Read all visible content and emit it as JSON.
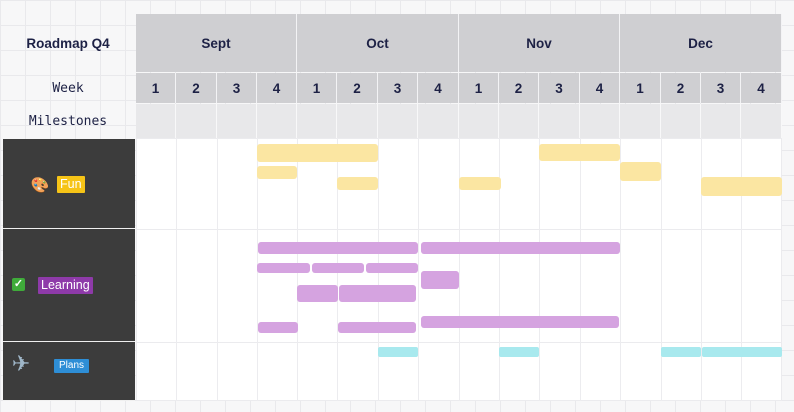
{
  "header": {
    "title": "Roadmap Q4",
    "week_label": "Week",
    "milestones_label": "Milestones",
    "months": [
      {
        "label": "Sept",
        "weeks": [
          "1",
          "2",
          "3",
          "4"
        ]
      },
      {
        "label": "Oct",
        "weeks": [
          "1",
          "2",
          "3",
          "4"
        ]
      },
      {
        "label": "Nov",
        "weeks": [
          "1",
          "2",
          "3",
          "4"
        ]
      },
      {
        "label": "Dec",
        "weeks": [
          "1",
          "2",
          "3",
          "4"
        ]
      }
    ]
  },
  "rows": [
    {
      "key": "fun",
      "label": "Fun",
      "icon": "palette-icon",
      "icon_glyph": "🎨",
      "tag_color": "#f6c417",
      "bar_color": "#fbe6a2"
    },
    {
      "key": "learning",
      "label": "Learning",
      "icon": "checkmark-icon",
      "icon_glyph": "✓",
      "tag_color": "#8e3aa9",
      "bar_color": "#d5a3e0"
    },
    {
      "key": "plans",
      "label": "Plans",
      "icon": "airplane-icon",
      "icon_glyph": "✈",
      "tag_color": "#2e8ed6",
      "bar_color": "#a8e9ee"
    }
  ]
}
